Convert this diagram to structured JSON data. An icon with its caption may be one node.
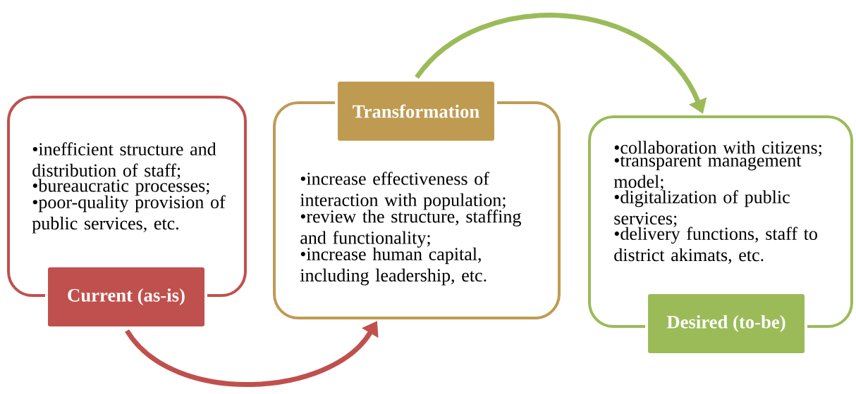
{
  "diagram": {
    "nodes": [
      {
        "text": [
          "Current (as-is)",
          "•inefficient structure and distribution of staff;",
          "•bureaucratic processes;",
          "•poor-quality provision of public services, etc."
        ]
      },
      {
        "text": [
          "Transformation",
          "•increase effectiveness of interaction with population;",
          "•review the structure, staffing and functionality;",
          "•increase human capital, including leadership, etc."
        ]
      },
      {
        "text": [
          "Desired (to-be)",
          "•collaboration with citizens;",
          "•transparent management model;",
          "•digitalization of public services;",
          "•delivery functions, staff to district akimats, etc."
        ]
      }
    ],
    "edges": [
      {
        "from": 0,
        "to": 1,
        "arrow": "to",
        "color": "#c0504d"
      },
      {
        "from": 1,
        "to": 2,
        "arrow": "to",
        "color": "#9bbb59"
      }
    ]
  }
}
